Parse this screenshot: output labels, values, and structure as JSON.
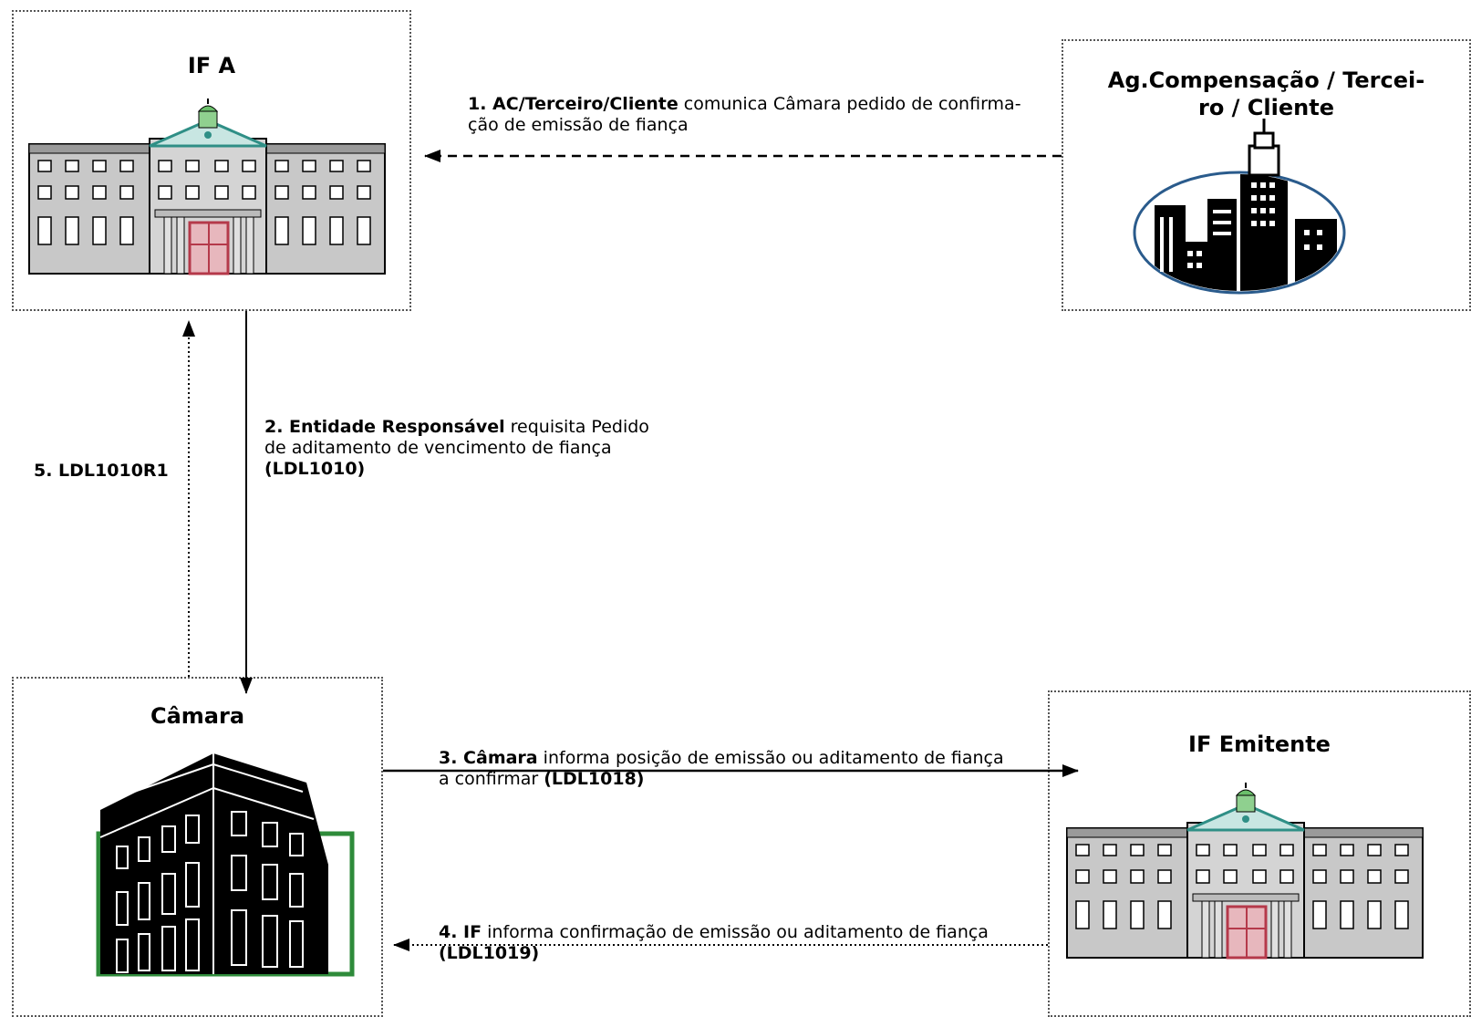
{
  "nodes": {
    "if_a": {
      "title": "IF A"
    },
    "agencia": {
      "title_line1": "Ag.Compensação / Tercei-",
      "title_line2": "ro / Cliente"
    },
    "camara": {
      "title": "Câmara"
    },
    "if_emitente": {
      "title": "IF Emitente"
    }
  },
  "flows": {
    "step1": {
      "bold": "1. AC/Terceiro/Cliente",
      "text": " comunica Câmara pedido de confirma-",
      "text2": "ção de emissão de fiança"
    },
    "step2": {
      "bold": "2. Entidade Responsável",
      "text": " requisita Pedido",
      "text2": "de aditamento de vencimento de fiança",
      "code": "(LDL1010)"
    },
    "step3": {
      "bold": "3. Câmara",
      "text": "  informa posição de emissão ou aditamento de fiança",
      "text2": "a confirmar ",
      "code": "(LDL1018)"
    },
    "step4": {
      "bold": "4. IF",
      "text": " informa confirmação de emissão ou aditamento de fiança",
      "code": "(LDL1019)"
    },
    "step5": {
      "bold": "5. LDL1010R1"
    }
  },
  "colors": {
    "building_fill": "#c8c8c8",
    "roof_teal": "#2f8f86",
    "door_red": "#b5394a",
    "camara_frame": "#2e8b3a",
    "city_oval": "#2a5b8c"
  }
}
